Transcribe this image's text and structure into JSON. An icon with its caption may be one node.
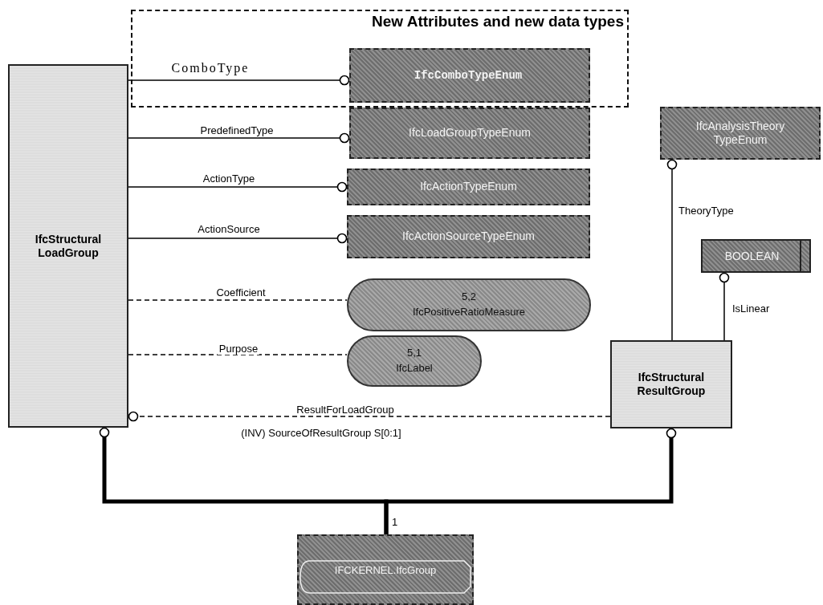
{
  "diagram": {
    "nodes": [
      {
        "text": [
          "New Attributes and new data types"
        ]
      },
      {
        "text": [
          "IfcStructural LoadGroup"
        ]
      },
      {
        "text": [
          "IfcComboTypeEnum"
        ],
        "in": 0
      },
      {
        "text": [
          "IfcLoadGroupTypeEnum"
        ]
      },
      {
        "text": [
          "IfcActionTypeEnum"
        ]
      },
      {
        "text": [
          "IfcActionSourceTypeEnum"
        ]
      },
      {
        "text": [
          "5,2",
          "IfcPositiveRatioMeasure"
        ]
      },
      {
        "text": [
          "5,1",
          "IfcLabel"
        ]
      },
      {
        "text": [
          "IfcAnalysisTheory TypeEnum"
        ]
      },
      {
        "text": [
          "BOOLEAN"
        ]
      },
      {
        "text": [
          "IfcStructural ResultGroup"
        ]
      },
      {
        "text": [
          "IFCKERNEL.IfcGroup"
        ]
      }
    ],
    "edges": [
      {
        "from": 1,
        "to": 2,
        "arrow": "other",
        "label": "ComboType"
      },
      {
        "from": 1,
        "to": 3,
        "arrow": "other",
        "label": "PredefinedType"
      },
      {
        "from": 1,
        "to": 4,
        "arrow": "other",
        "label": "ActionType"
      },
      {
        "from": 1,
        "to": 5,
        "arrow": "other",
        "label": "ActionSource"
      },
      {
        "from": 1,
        "to": 6,
        "arrow": "none",
        "label": "Coefficient",
        "style": "dashed"
      },
      {
        "from": 1,
        "to": 7,
        "arrow": "none",
        "label": "Purpose",
        "style": "dashed"
      },
      {
        "from": 10,
        "to": 1,
        "arrow": "other",
        "label": "ResultForLoadGroup",
        "style": "dashed"
      },
      {
        "from": 10,
        "to": 8,
        "arrow": "other",
        "label": "TheoryType"
      },
      {
        "from": 10,
        "to": 9,
        "arrow": "other",
        "label": "IsLinear"
      },
      {
        "from": 11,
        "to": 1,
        "arrow": "other",
        "style": "thick"
      },
      {
        "from": 11,
        "to": 10,
        "arrow": "other",
        "style": "thick"
      }
    ],
    "labels": [
      "(INV) SourceOfResultGroup S[0:1]",
      "1"
    ]
  }
}
